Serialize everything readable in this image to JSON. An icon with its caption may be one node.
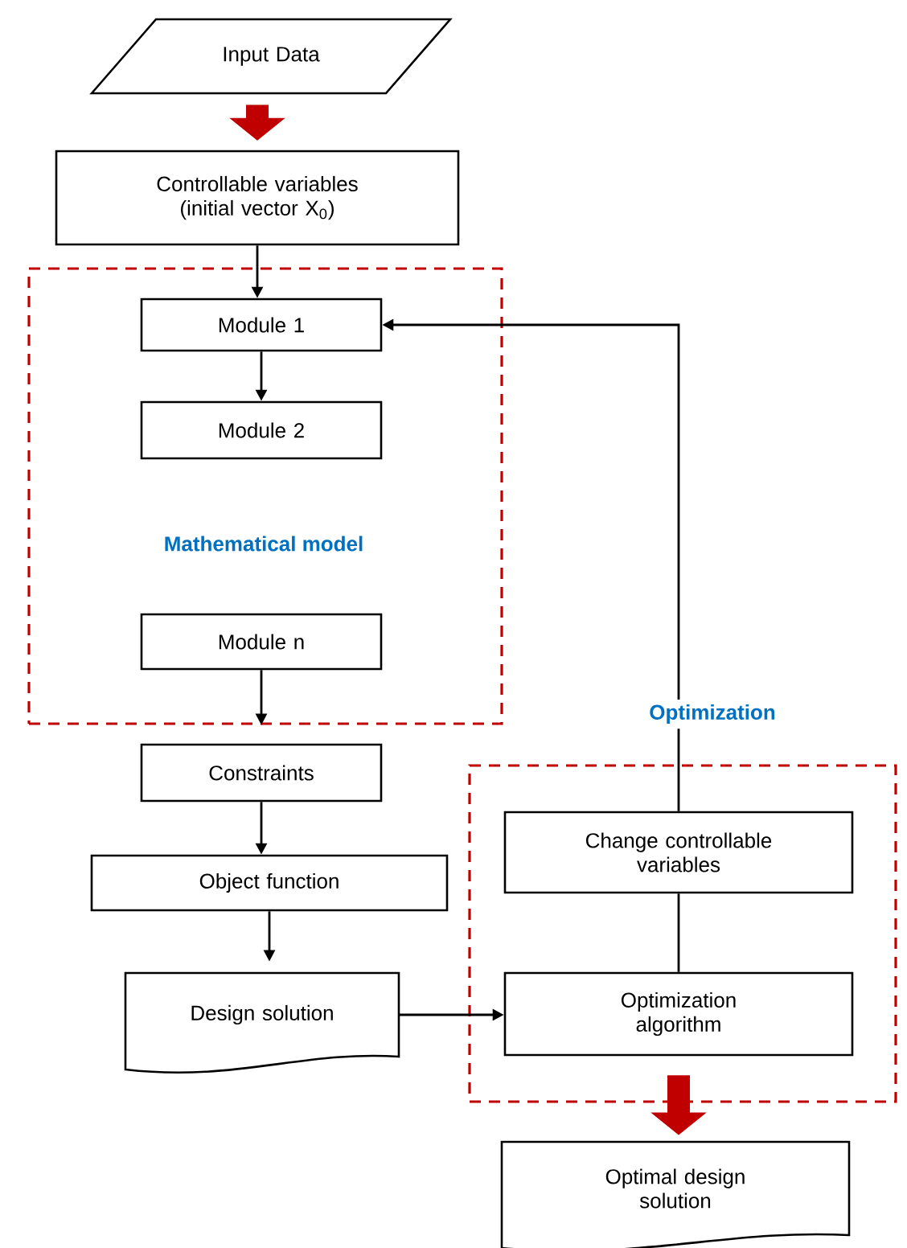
{
  "diagram": {
    "nodes": [
      {
        "text": [
          "Input Data"
        ]
      },
      {
        "text": [
          "Controllable variables (initial vector X$_{0}$)"
        ]
      },
      {
        "text": [
          "Mathematical model"
        ]
      },
      {
        "text": [
          "Module 1"
        ],
        "in": 2
      },
      {
        "text": [
          "Module 2"
        ],
        "in": 2
      },
      {
        "text": [
          "Module n"
        ],
        "in": 2
      },
      {
        "text": [
          "Constraints"
        ]
      },
      {
        "text": [
          "Object function"
        ]
      },
      {
        "text": [
          "Design solution"
        ]
      },
      {
        "text": [
          "Optimization"
        ]
      },
      {
        "text": [
          "Change controllable variables"
        ],
        "in": 9
      },
      {
        "text": [
          "Optimization algorithm"
        ],
        "in": 9
      },
      {
        "text": [
          "Optimal design solution"
        ]
      }
    ],
    "edges": [
      {
        "from": 0,
        "to": 1,
        "arrow": "to",
        "style": "thick",
        "color": "#c00000"
      },
      {
        "from": 1,
        "to": 3,
        "arrow": "to"
      },
      {
        "from": 3,
        "to": 4,
        "arrow": "to"
      },
      {
        "from": 5,
        "to": 2,
        "arrow": "to"
      },
      {
        "from": 6,
        "to": 7,
        "arrow": "to"
      },
      {
        "from": 7,
        "to": 8,
        "arrow": "to"
      },
      {
        "from": 8,
        "to": 11,
        "arrow": "to"
      },
      {
        "from": 11,
        "to": 10,
        "arrow": "none"
      },
      {
        "from": 10,
        "to": 3,
        "arrow": "to"
      },
      {
        "from": 11,
        "to": 12,
        "arrow": "to",
        "style": "thick",
        "color": "#c00000"
      }
    ]
  }
}
